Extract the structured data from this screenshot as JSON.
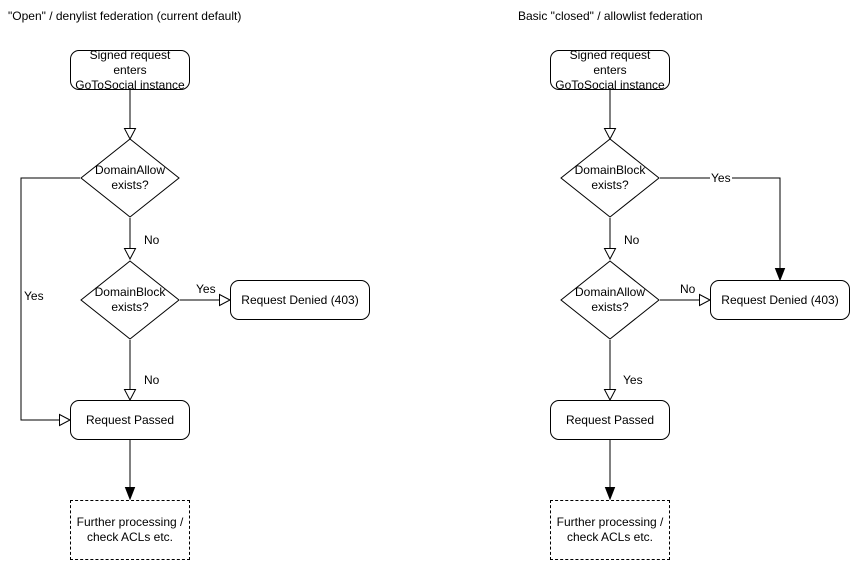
{
  "colors": {
    "stroke": "#000000",
    "node_fill": "#ffffff",
    "text": "#000000",
    "background": "#ffffff"
  },
  "left_chart": {
    "title": "\"Open\" / denylist federation (current default)",
    "nodes": {
      "start": "Signed request enters\nGoToSocial instance",
      "decision_allow": "DomainAllow\nexists?",
      "decision_block": "DomainBlock\nexists?",
      "denied": "Request Denied (403)",
      "passed": "Request Passed",
      "further": "Further processing /\ncheck ACLs etc."
    },
    "edge_labels": {
      "allow_yes": "Yes",
      "allow_no": "No",
      "block_yes": "Yes",
      "block_no": "No"
    }
  },
  "right_chart": {
    "title": "Basic \"closed\" / allowlist federation",
    "nodes": {
      "start": "Signed request enters\nGoToSocial instance",
      "decision_block": "DomainBlock\nexists?",
      "decision_allow": "DomainAllow\nexists?",
      "denied": "Request Denied (403)",
      "passed": "Request Passed",
      "further": "Further processing /\ncheck ACLs etc."
    },
    "edge_labels": {
      "block_yes": "Yes",
      "block_no": "No",
      "allow_no": "No",
      "allow_yes": "Yes"
    }
  }
}
